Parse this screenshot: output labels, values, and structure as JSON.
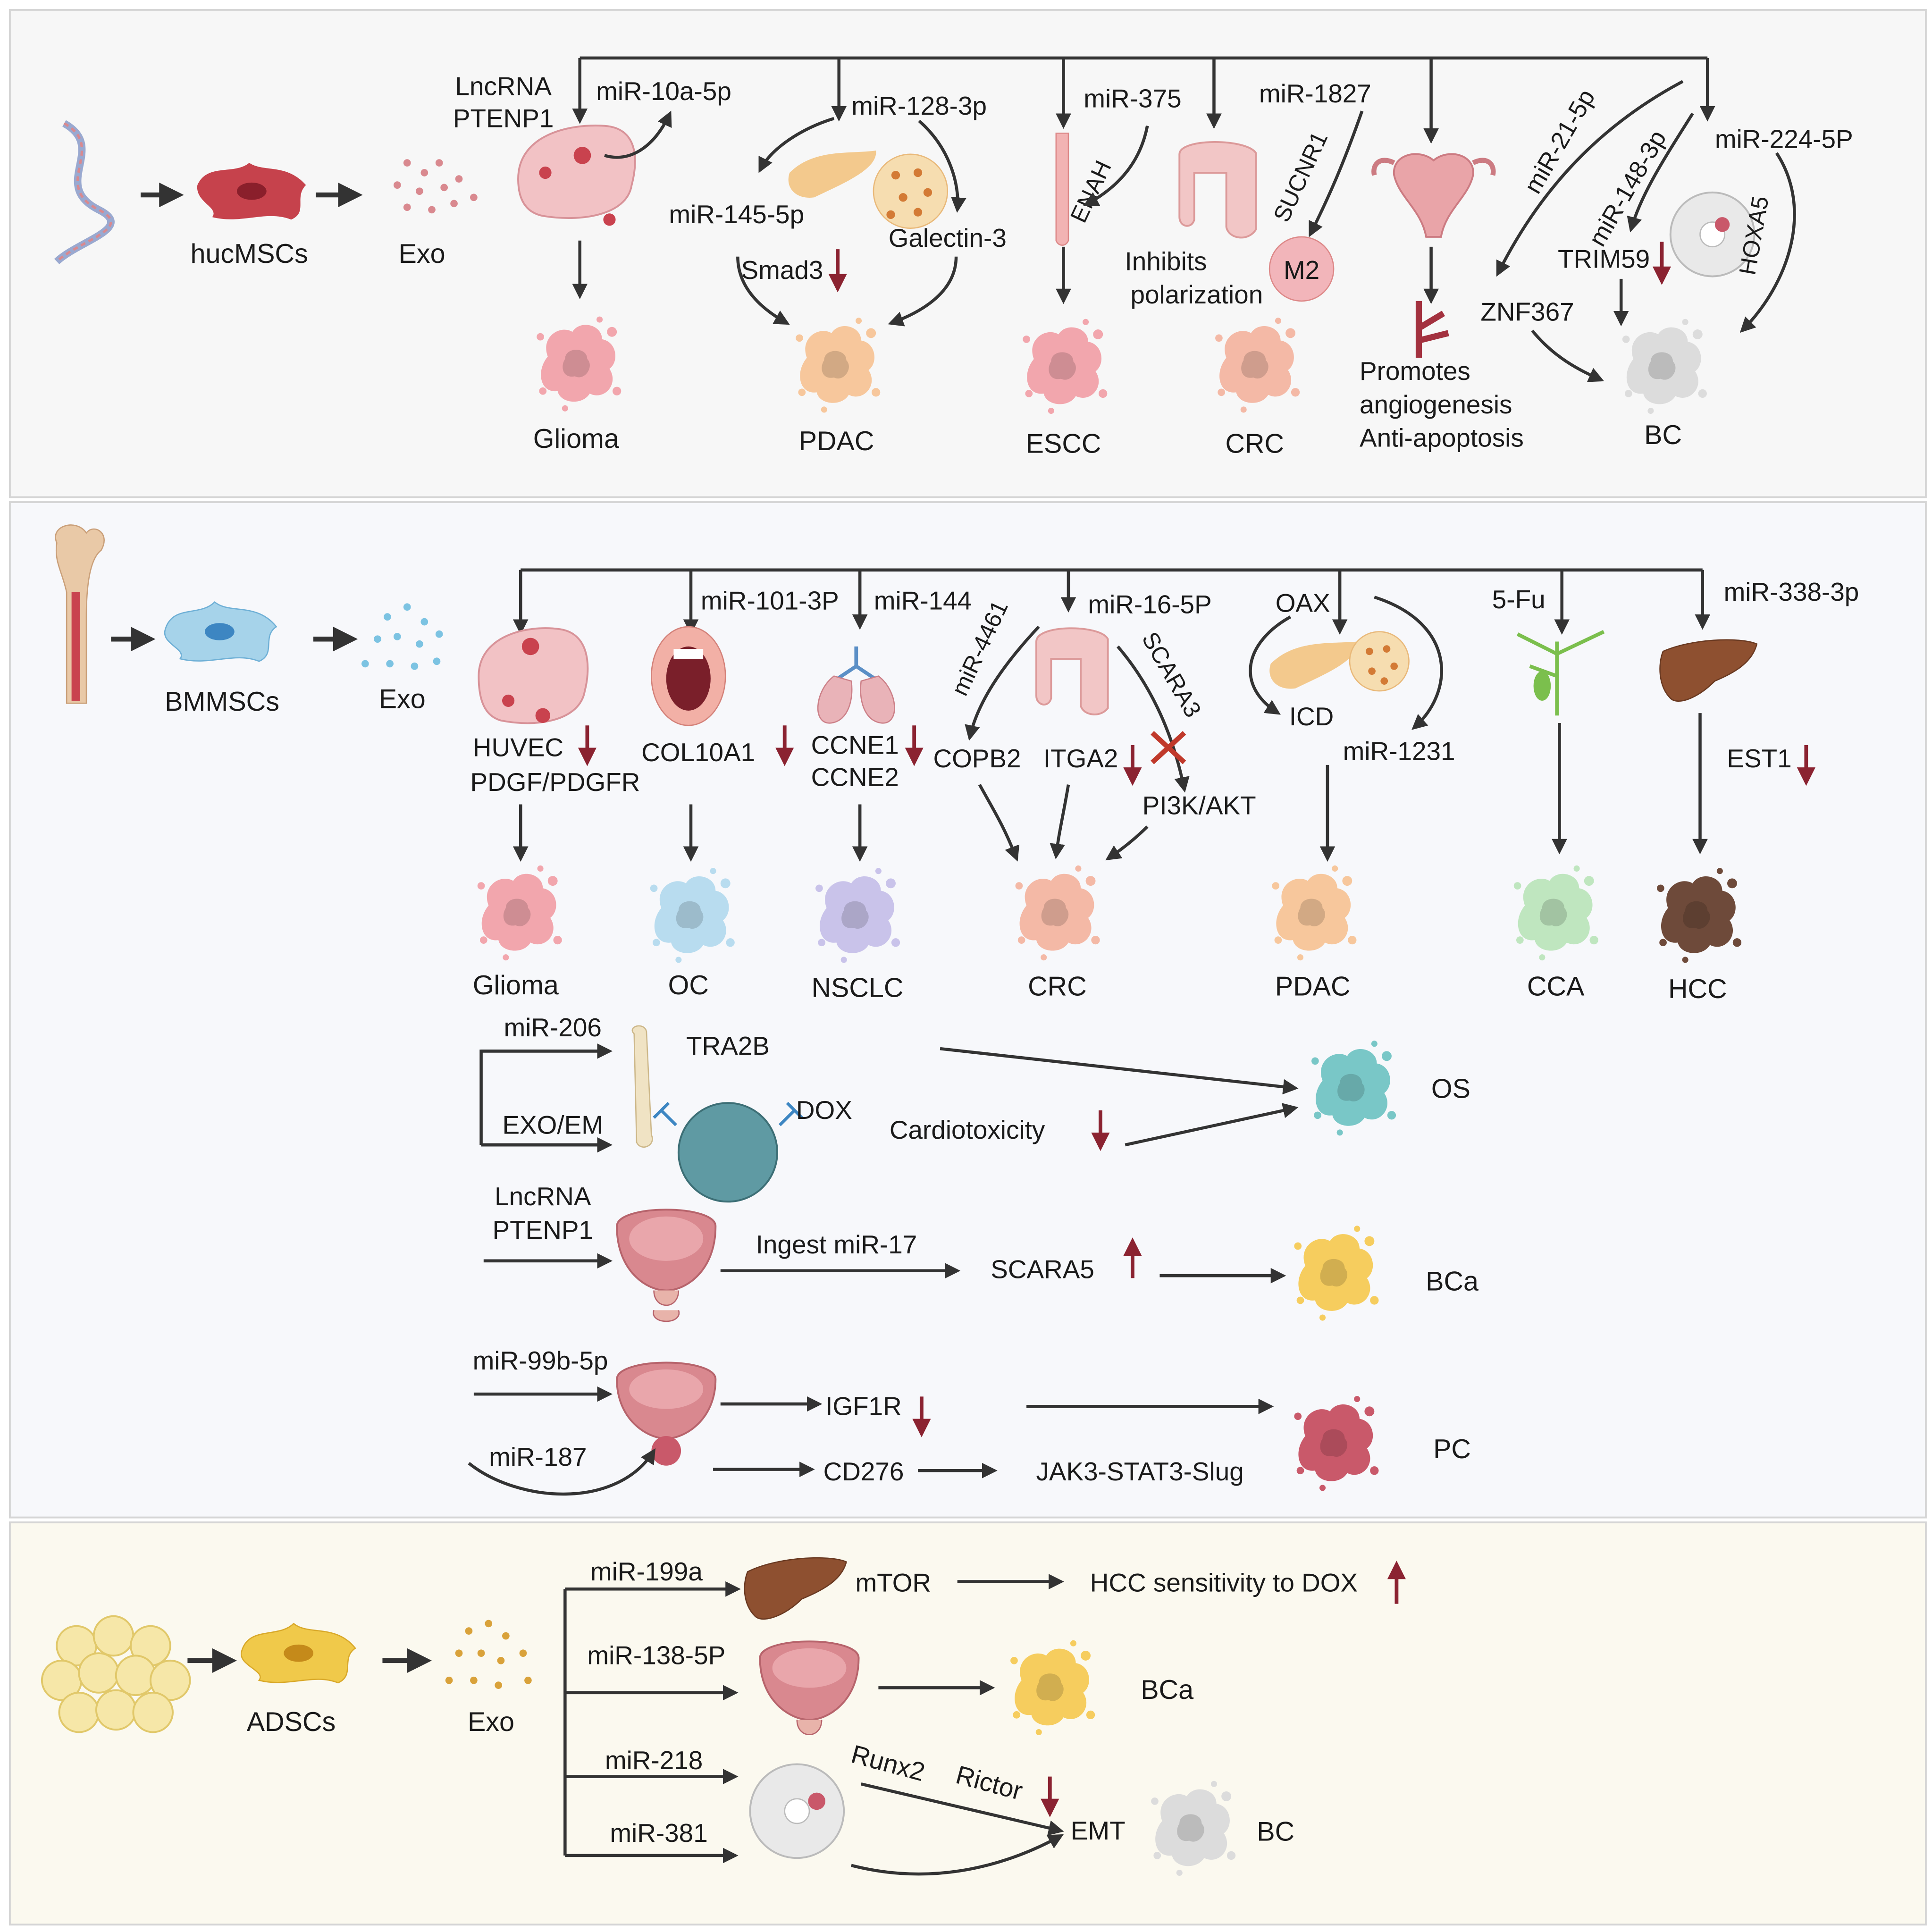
{
  "colors": {
    "panel1_bg": "#f7f7f7",
    "panel2_bg": "#f7f8fb",
    "panel3_bg": "#fbf9ef",
    "arrow": "#333333",
    "red_arrow": "#8b2331",
    "tumor_pink": "#f2a6ad",
    "tumor_peach": "#f7c79c",
    "tumor_salmon": "#f4b9a6",
    "tumor_gray": "#dcdcdc",
    "tumor_blue": "#b8dcef",
    "tumor_purple": "#c9c3ea",
    "tumor_green": "#bfe6bf",
    "tumor_brown": "#6e4a3a",
    "tumor_teal": "#79c7c7",
    "tumor_yellow": "#f6cd5e",
    "tumor_rose": "#c9596a"
  },
  "panel1": {
    "sources": {
      "cells": "hucMSCs",
      "exo": "Exo"
    },
    "glioma": {
      "lnc": "LncRNA",
      "ptenp1": "PTENP1",
      "mir": "miR-10a-5p",
      "target": "Glioma"
    },
    "pdac": {
      "mir128": "miR-128-3p",
      "mir145": "miR-145-5p",
      "smad3": "Smad3",
      "galectin": "Galectin-3",
      "target": "PDAC"
    },
    "escc": {
      "mir": "miR-375",
      "enah": "ENAH",
      "target": "ESCC"
    },
    "crc": {
      "mir": "miR-1827",
      "sucnr1": "SUCNR1",
      "inhibits": "Inhibits",
      "polarization": "polarization",
      "m2": "M2",
      "target": "CRC"
    },
    "angio": {
      "promotes": "Promotes",
      "angiogenesis": "angiogenesis",
      "anti": "Anti-apoptosis"
    },
    "bc": {
      "mir21": "miR-21-5p",
      "mir148": "miR-148-3p",
      "mir224": "miR-224-5P",
      "znf": "ZNF367",
      "trim": "TRIM59",
      "hoxa5": "HOXA5",
      "target": "BC"
    }
  },
  "panel2": {
    "sources": {
      "cells": "BMMSCs",
      "exo": "Exo"
    },
    "glioma": {
      "huvec": "HUVEC",
      "pdgf": "PDGF/PDGFR",
      "target": "Glioma"
    },
    "oc": {
      "mir": "miR-101-3P",
      "gene": "COL10A1",
      "target": "OC"
    },
    "nsclc": {
      "mir": "miR-144",
      "g1": "CCNE1",
      "g2": "CCNE2",
      "target": "NSCLC"
    },
    "crc": {
      "mir4461": "miR-4461",
      "mir16": "miR-16-5P",
      "scara3": "SCARA3",
      "copb2": "COPB2",
      "itga2": "ITGA2",
      "pi3k": "PI3K/AKT",
      "target": "CRC"
    },
    "pdac": {
      "oax": "OAX",
      "icd": "ICD",
      "mir1231": "miR-1231",
      "target": "PDAC"
    },
    "cca": {
      "drug": "5-Fu",
      "target": "CCA"
    },
    "hcc": {
      "mir": "miR-338-3p",
      "gene": "EST1",
      "target": "HCC"
    },
    "os": {
      "mir206": "miR-206",
      "tra2b": "TRA2B",
      "exoem": "EXO/EM",
      "dox": "DOX",
      "cardio": "Cardiotoxicity",
      "target": "OS"
    },
    "bca": {
      "lnc": "LncRNA",
      "ptenp1": "PTENP1",
      "ingest": "Ingest miR-17",
      "scara5": "SCARA5",
      "target": "BCa"
    },
    "pc": {
      "mir99": "miR-99b-5p",
      "mir187": "miR-187",
      "igf1r": "IGF1R",
      "cd276": "CD276",
      "jak": "JAK3-STAT3-Slug",
      "target": "PC"
    }
  },
  "panel3": {
    "sources": {
      "cells": "ADSCs",
      "exo": "Exo"
    },
    "hcc": {
      "mir": "miR-199a",
      "mtor": "mTOR",
      "result": "HCC sensitivity to DOX"
    },
    "bca": {
      "mir": "miR-138-5P",
      "target": "BCa"
    },
    "bc": {
      "mir218": "miR-218",
      "mir381": "miR-381",
      "runx2": "Runx2",
      "rictor": "Rictor",
      "emt": "EMT",
      "target": "BC"
    }
  }
}
